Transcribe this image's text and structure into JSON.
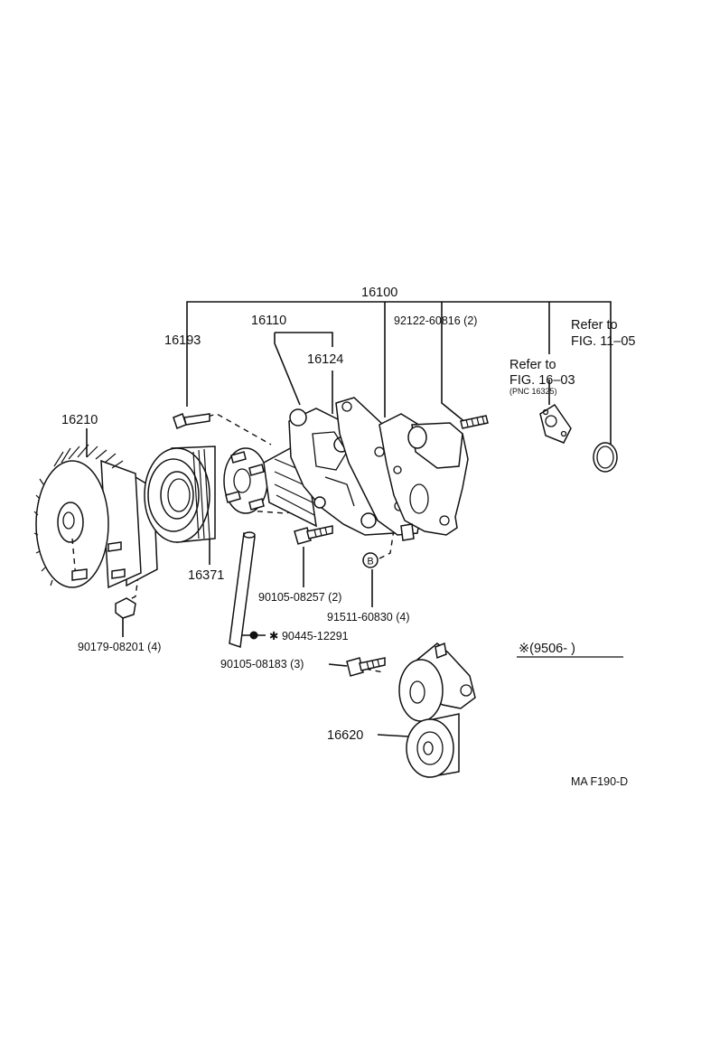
{
  "diagram": {
    "callouts": {
      "assembly": "16100",
      "sub_assembly": "16110",
      "gasket": "16124",
      "stud": "16193",
      "fan_coupling": "16210",
      "fan_pulley": "16371",
      "tensioner": "16620",
      "stud_bolt": "92122-60816 (2)",
      "bolt_a": "90105-08257 (2)",
      "nut_b": "91511-60830 (4)",
      "nut_c": "90179-08201 (4)",
      "hose": "✱ 90445-12291",
      "bolt_d": "90105-08183 (3)"
    },
    "references": {
      "ref1_line1": "Refer to",
      "ref1_line2": "FIG. 11–05",
      "ref2_line1": "Refer to",
      "ref2_line2": "FIG. 16–03",
      "ref2_line3": "(PNC 16325)"
    },
    "marker_b": "B",
    "date_note": "※(9506-        )",
    "figure_code": "MA F190-D"
  }
}
